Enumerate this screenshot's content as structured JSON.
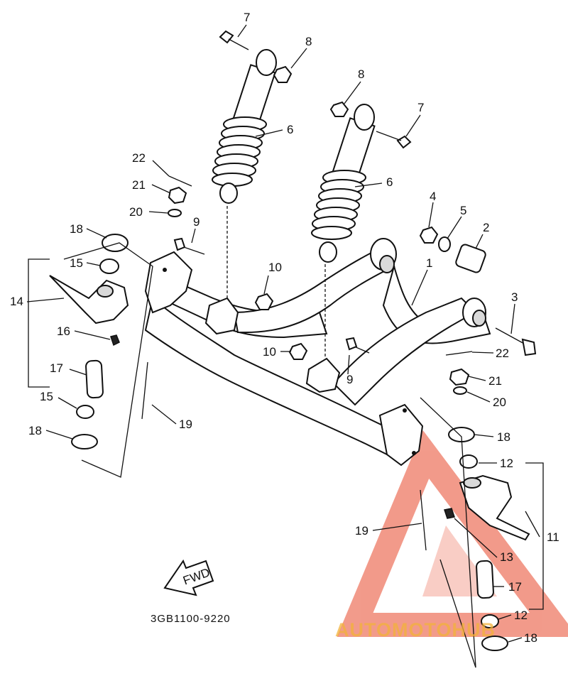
{
  "diagram": {
    "part_code": "3GB1100-9220",
    "fwd_label": "FWD",
    "callouts": [
      "7",
      "8",
      "8",
      "7",
      "6",
      "6",
      "22",
      "21",
      "20",
      "9",
      "18",
      "15",
      "14",
      "16",
      "17",
      "15",
      "18",
      "19",
      "10",
      "10",
      "9",
      "4",
      "5",
      "2",
      "1",
      "3",
      "22",
      "21",
      "20",
      "18",
      "12",
      "11",
      "19",
      "13",
      "17",
      "12",
      "18"
    ]
  },
  "watermark": {
    "text": "AUTOMOTOHUB",
    "color": "#e8482c",
    "text_color": "#f2b23a"
  }
}
